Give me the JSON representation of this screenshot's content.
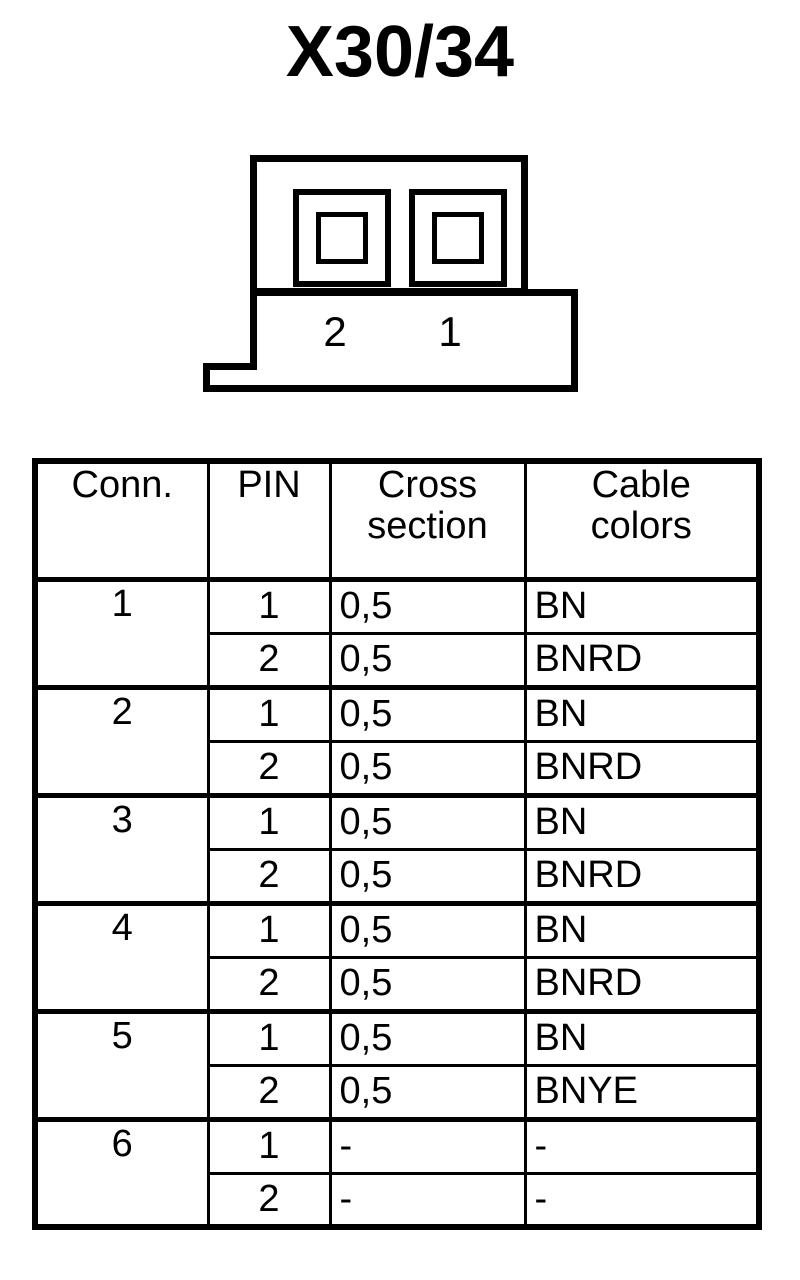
{
  "title": "X30/34",
  "connector": {
    "pin_labels": [
      "2",
      "1"
    ],
    "cavity_count": 2
  },
  "table": {
    "headers": {
      "conn": "Conn.",
      "pin": "PIN",
      "cross_section_line1": "Cross",
      "cross_section_line2": "section",
      "cable_colors_line1": "Cable",
      "cable_colors_line2": "colors"
    },
    "groups": [
      {
        "conn": "1",
        "rows": [
          {
            "pin": "1",
            "cross_section": "0,5",
            "cable_color": "BN"
          },
          {
            "pin": "2",
            "cross_section": "0,5",
            "cable_color": "BNRD"
          }
        ]
      },
      {
        "conn": "2",
        "rows": [
          {
            "pin": "1",
            "cross_section": "0,5",
            "cable_color": "BN"
          },
          {
            "pin": "2",
            "cross_section": "0,5",
            "cable_color": "BNRD"
          }
        ]
      },
      {
        "conn": "3",
        "rows": [
          {
            "pin": "1",
            "cross_section": "0,5",
            "cable_color": "BN"
          },
          {
            "pin": "2",
            "cross_section": "0,5",
            "cable_color": "BNRD"
          }
        ]
      },
      {
        "conn": "4",
        "rows": [
          {
            "pin": "1",
            "cross_section": "0,5",
            "cable_color": "BN"
          },
          {
            "pin": "2",
            "cross_section": "0,5",
            "cable_color": "BNRD"
          }
        ]
      },
      {
        "conn": "5",
        "rows": [
          {
            "pin": "1",
            "cross_section": "0,5",
            "cable_color": "BN"
          },
          {
            "pin": "2",
            "cross_section": "0,5",
            "cable_color": "BNYE"
          }
        ]
      },
      {
        "conn": "6",
        "rows": [
          {
            "pin": "1",
            "cross_section": "-",
            "cable_color": "-"
          },
          {
            "pin": "2",
            "cross_section": "-",
            "cable_color": "-"
          }
        ]
      }
    ]
  },
  "colors": {
    "line": "#000000",
    "background": "#ffffff"
  }
}
